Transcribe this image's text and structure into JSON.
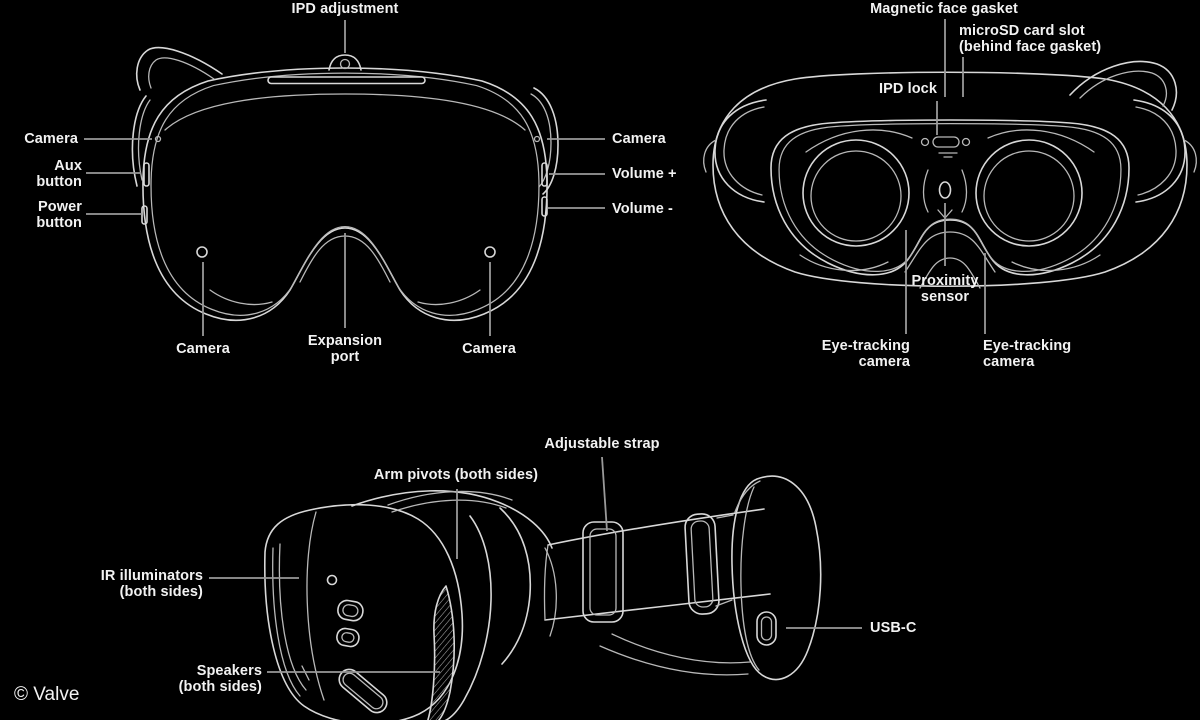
{
  "page": {
    "copyright": "© Valve"
  },
  "colors": {
    "background": "#000000",
    "outline": "#d8d8d8",
    "outline_dim": "#b8b8b8",
    "leader": "#9a9a9a",
    "label_text": "#f2f2f2"
  },
  "views": {
    "front": {
      "labels": {
        "ipd_adjustment": "IPD adjustment",
        "camera_left": "Camera",
        "aux_button": "Aux\nbutton",
        "power_button": "Power\nbutton",
        "camera_right": "Camera",
        "volume_plus": "Volume +",
        "volume_minus": "Volume -",
        "camera_bottom_left": "Camera",
        "expansion_port": "Expansion\nport",
        "camera_bottom_right": "Camera"
      }
    },
    "rear": {
      "labels": {
        "magnetic_face_gasket": "Magnetic face gasket",
        "microsd_card_slot": "microSD card slot\n(behind face gasket)",
        "ipd_lock": "IPD lock",
        "proximity_sensor": "Proximity\nsensor",
        "eye_tracking_camera_left": "Eye-tracking\ncamera",
        "eye_tracking_camera_right": "Eye-tracking\ncamera"
      }
    },
    "side": {
      "labels": {
        "adjustable_strap": "Adjustable strap",
        "arm_pivots": "Arm pivots (both sides)",
        "ir_illuminators": "IR illuminators\n(both sides)",
        "speakers": "Speakers\n(both sides)",
        "usb_c": "USB-C"
      }
    }
  }
}
